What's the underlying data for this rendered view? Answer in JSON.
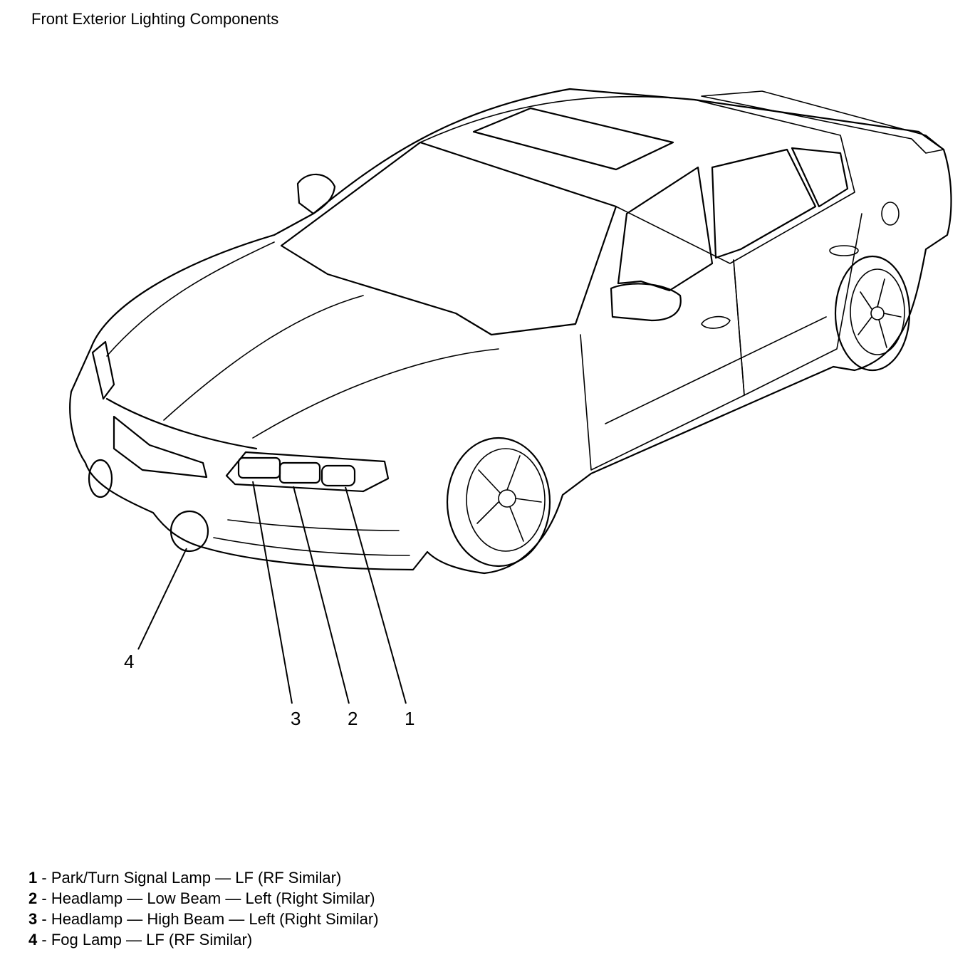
{
  "title": "Front Exterior Lighting Components",
  "callouts": [
    {
      "number": "1"
    },
    {
      "number": "2"
    },
    {
      "number": "3"
    },
    {
      "number": "4"
    }
  ],
  "legend": [
    {
      "number": "1",
      "sep": " - ",
      "text": "Park/Turn Signal Lamp — LF (RF Similar)"
    },
    {
      "number": "2",
      "sep": " - ",
      "text": "Headlamp — Low Beam — Left (Right Similar)"
    },
    {
      "number": "3",
      "sep": " - ",
      "text": "Headlamp — High Beam — Left (Right Similar)"
    },
    {
      "number": "4",
      "sep": " - ",
      "text": "Fog Lamp — LF (RF Similar)"
    }
  ]
}
